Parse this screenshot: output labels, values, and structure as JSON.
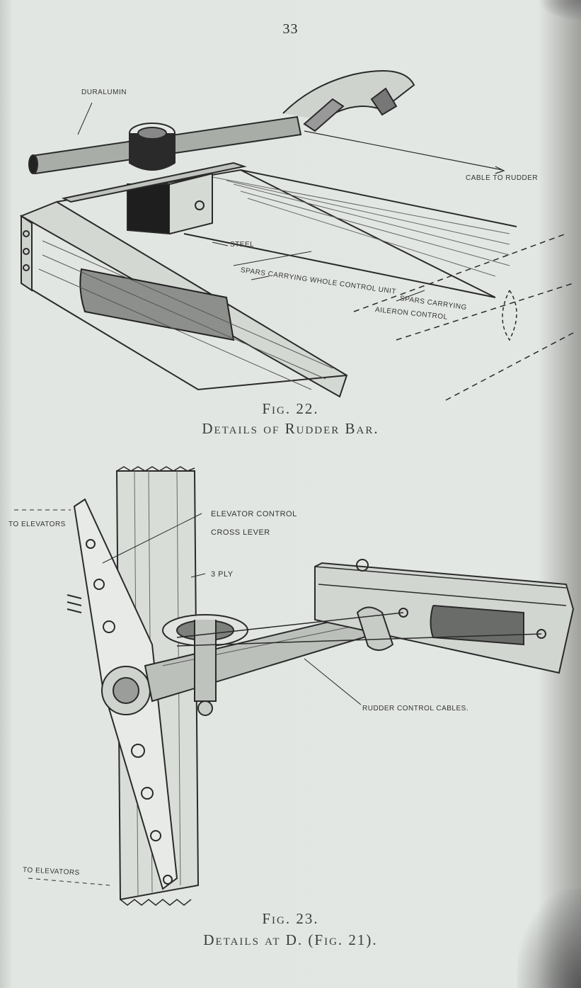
{
  "page": {
    "number": "33"
  },
  "figure22": {
    "labels": {
      "duralumin": "DURALUMIN",
      "cable_to_rudder": "CABLE TO RUDDER",
      "steel": "STEEL",
      "spars_whole": "SPARS CARRYING WHOLE CONTROL UNIT",
      "spars_aileron_1": "SPARS CARRYING",
      "spars_aileron_2": "AILERON CONTROL"
    },
    "caption_number": "Fig. 22.",
    "caption_title": "Details of Rudder Bar."
  },
  "figure23": {
    "labels": {
      "to_elevators_top": "TO ELEVATORS",
      "elevator_control": "ELEVATOR CONTROL",
      "cross_lever": "CROSS LEVER",
      "three_ply": "3 PLY",
      "rudder_cables": "RUDDER CONTROL CABLES.",
      "to_elevators_bottom": "TO ELEVATORS"
    },
    "caption_number": "Fig. 23.",
    "caption_title": "Details at D. (Fig. 21)."
  }
}
